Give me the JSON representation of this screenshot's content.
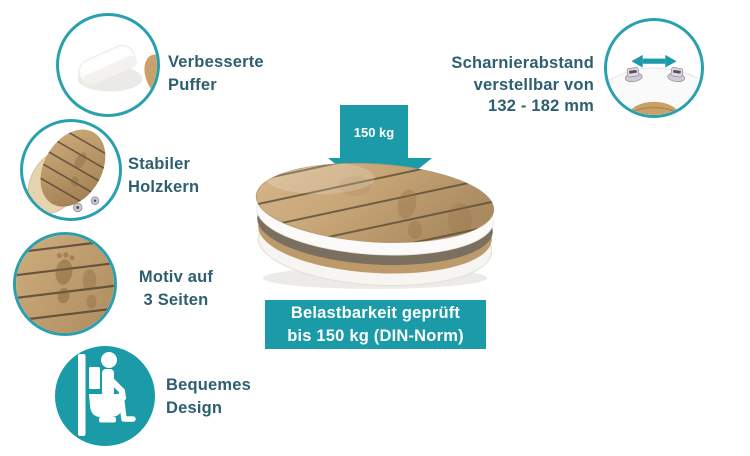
{
  "colors": {
    "accent_teal": "#1b9aa8",
    "circle_border": "#2aa0af",
    "text_dark": "#2e5f70",
    "wood": "#c7a577",
    "white": "#ffffff"
  },
  "features": [
    {
      "name": "improved-buffers",
      "icon": "buffer-pad-photo",
      "lines": [
        "Verbesserte",
        "Puffer"
      ]
    },
    {
      "name": "stable-wood-core",
      "icon": "wood-seat-photo",
      "lines": [
        "Stabiler",
        "Holzkern"
      ]
    },
    {
      "name": "motif-three-sides",
      "icon": "wood-motif-photo",
      "lines": [
        "Motiv auf",
        "3 Seiten"
      ]
    },
    {
      "name": "comfortable-design",
      "icon": "person-on-toilet",
      "lines": [
        "Bequemes",
        "Design"
      ]
    }
  ],
  "hinge_note": {
    "icon": "left-right-arrow",
    "lines": [
      "Scharnierabstand",
      "verstellbar von",
      "132 - 182 mm"
    ]
  },
  "load_arrow": {
    "icon": "down-arrow",
    "label": "150 kg"
  },
  "banner": {
    "lines": [
      "Belastbarkeit geprüft",
      "bis 150 kg (DIN-Norm)"
    ]
  }
}
